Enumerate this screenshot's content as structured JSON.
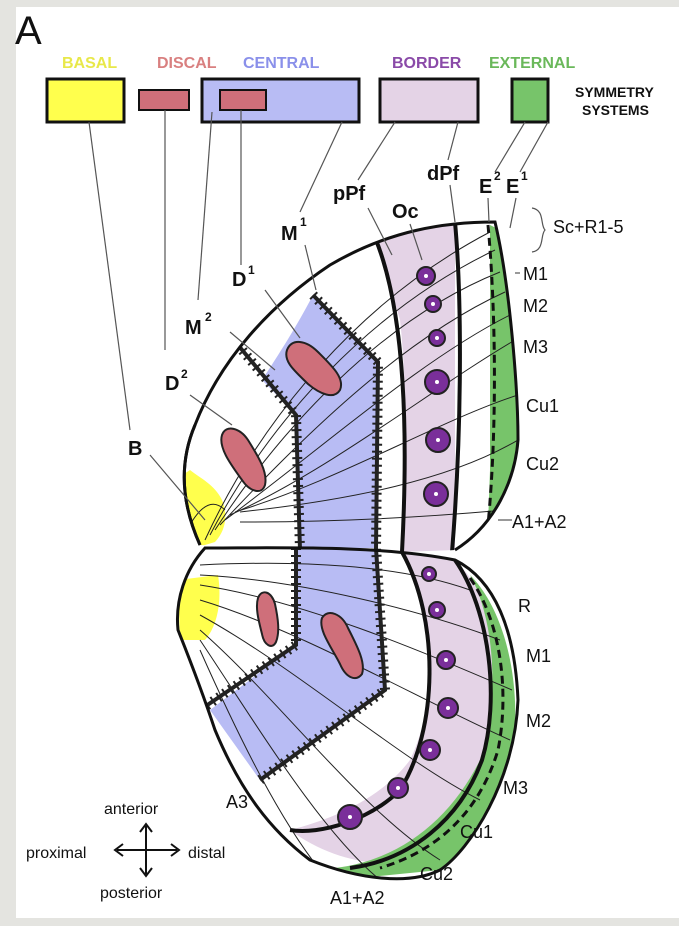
{
  "panel_letter": "A",
  "colors": {
    "basal": "#ffff4d",
    "discal": "#cf6f7a",
    "central": "#b8bcf4",
    "border": "#e4d3e6",
    "external": "#77c46a",
    "ocellus": "#7a2f9a",
    "basal_text": "#e8e84a",
    "discal_text": "#d98080",
    "central_text": "#8a90ea",
    "border_text": "#8a4aa8",
    "external_text": "#6ab85a"
  },
  "legend": {
    "basal": "BASAL",
    "discal": "DISCAL",
    "central": "CENTRAL",
    "border": "BORDER",
    "external": "EXTERNAL",
    "symmetry_line1": "SYMMETRY",
    "symmetry_line2": "SYSTEMS"
  },
  "elements": {
    "B": "B",
    "D": "D",
    "D1_sup": "1",
    "D2_sup": "2",
    "M": "M",
    "M1_sup": "1",
    "M2_sup": "2",
    "pPf": "pPf",
    "Oc": "Oc",
    "dPf": "dPf",
    "E": "E",
    "E2_sup": "2",
    "E1_sup": "1"
  },
  "veins_forewing": [
    "Sc+R1-5",
    "M1",
    "M2",
    "M3",
    "Cu1",
    "Cu2",
    "A1+A2"
  ],
  "veins_hindwing": [
    "R",
    "M1",
    "M2",
    "M3",
    "Cu1",
    "Cu2",
    "A1+A2",
    "A3"
  ],
  "compass": {
    "anterior": "anterior",
    "posterior": "posterior",
    "proximal": "proximal",
    "distal": "distal"
  }
}
